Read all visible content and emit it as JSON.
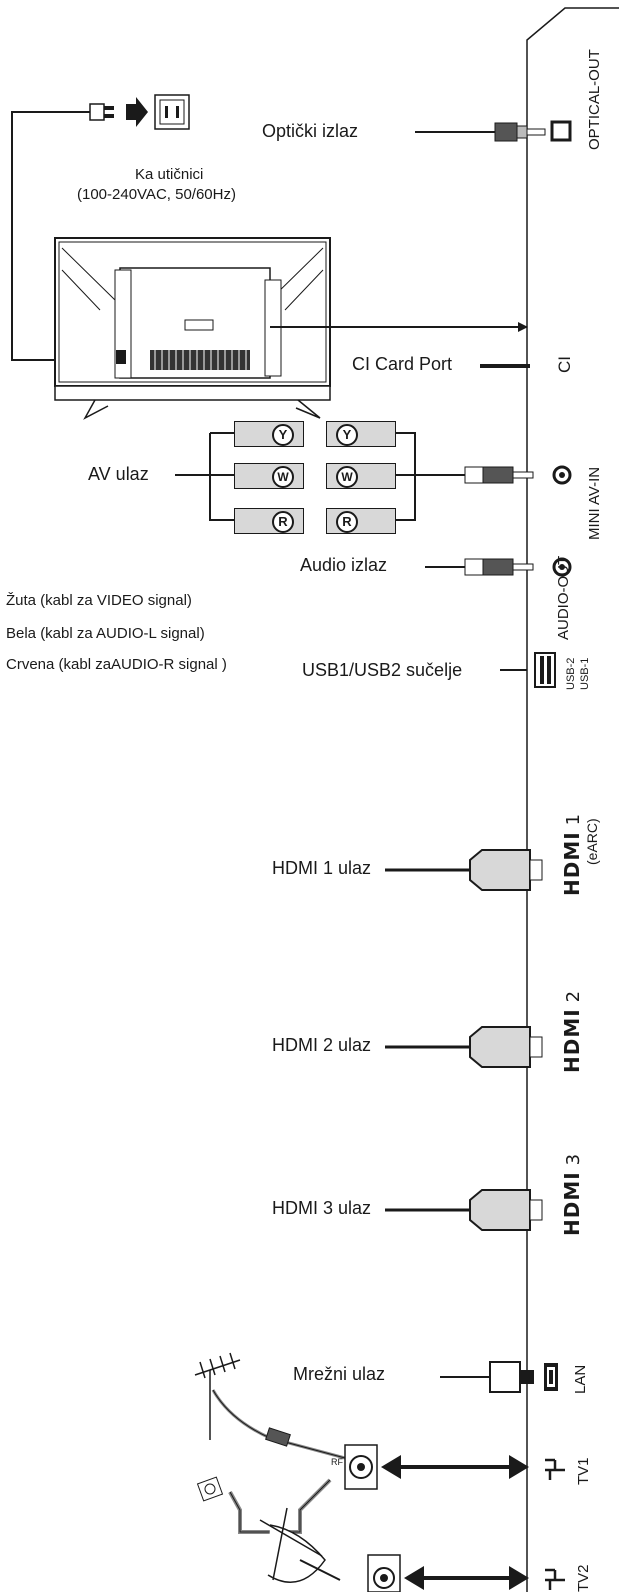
{
  "labels": {
    "optical_out": "Optički izlaz",
    "power_1": "Ka utičnici",
    "power_2": "(100-240VAC, 50/60Hz)",
    "ci_card": "CI Card Port",
    "av_in": "AV ulaz",
    "audio_out": "Audio izlaz",
    "legend_yellow": "Žuta (kabl za VIDEO signal)",
    "legend_white": "Bela (kabl za AUDIO-L signal)",
    "legend_red": "Crvena (kabl zaAUDIO-R signal )",
    "usb": "USB1/USB2 sučelje",
    "hdmi1": "HDMI 1 ulaz",
    "hdmi2": "HDMI 2 ulaz",
    "hdmi3": "HDMI 3 ulaz",
    "lan": "Mrežni ulaz",
    "rf": "RF"
  },
  "ports": {
    "optical": "OPTICAL-OUT",
    "ci": "CI",
    "mini_av": "MINI AV-IN",
    "audio_out": "AUDIO-OUT",
    "usb2": "USB-2",
    "usb1": "USB-1",
    "hdmi_logo": "HDMI",
    "hdmi1_num": "1",
    "hdmi1_sub": "(eARC)",
    "hdmi2_num": "2",
    "hdmi3_num": "3",
    "lan": "LAN",
    "tv1": "TV1",
    "tv2": "TV2"
  },
  "rca_letters": [
    "Y",
    "W",
    "R"
  ],
  "colors": {
    "ink": "#1a1a1a",
    "gray": "#888888",
    "light": "#d8d8d8"
  }
}
